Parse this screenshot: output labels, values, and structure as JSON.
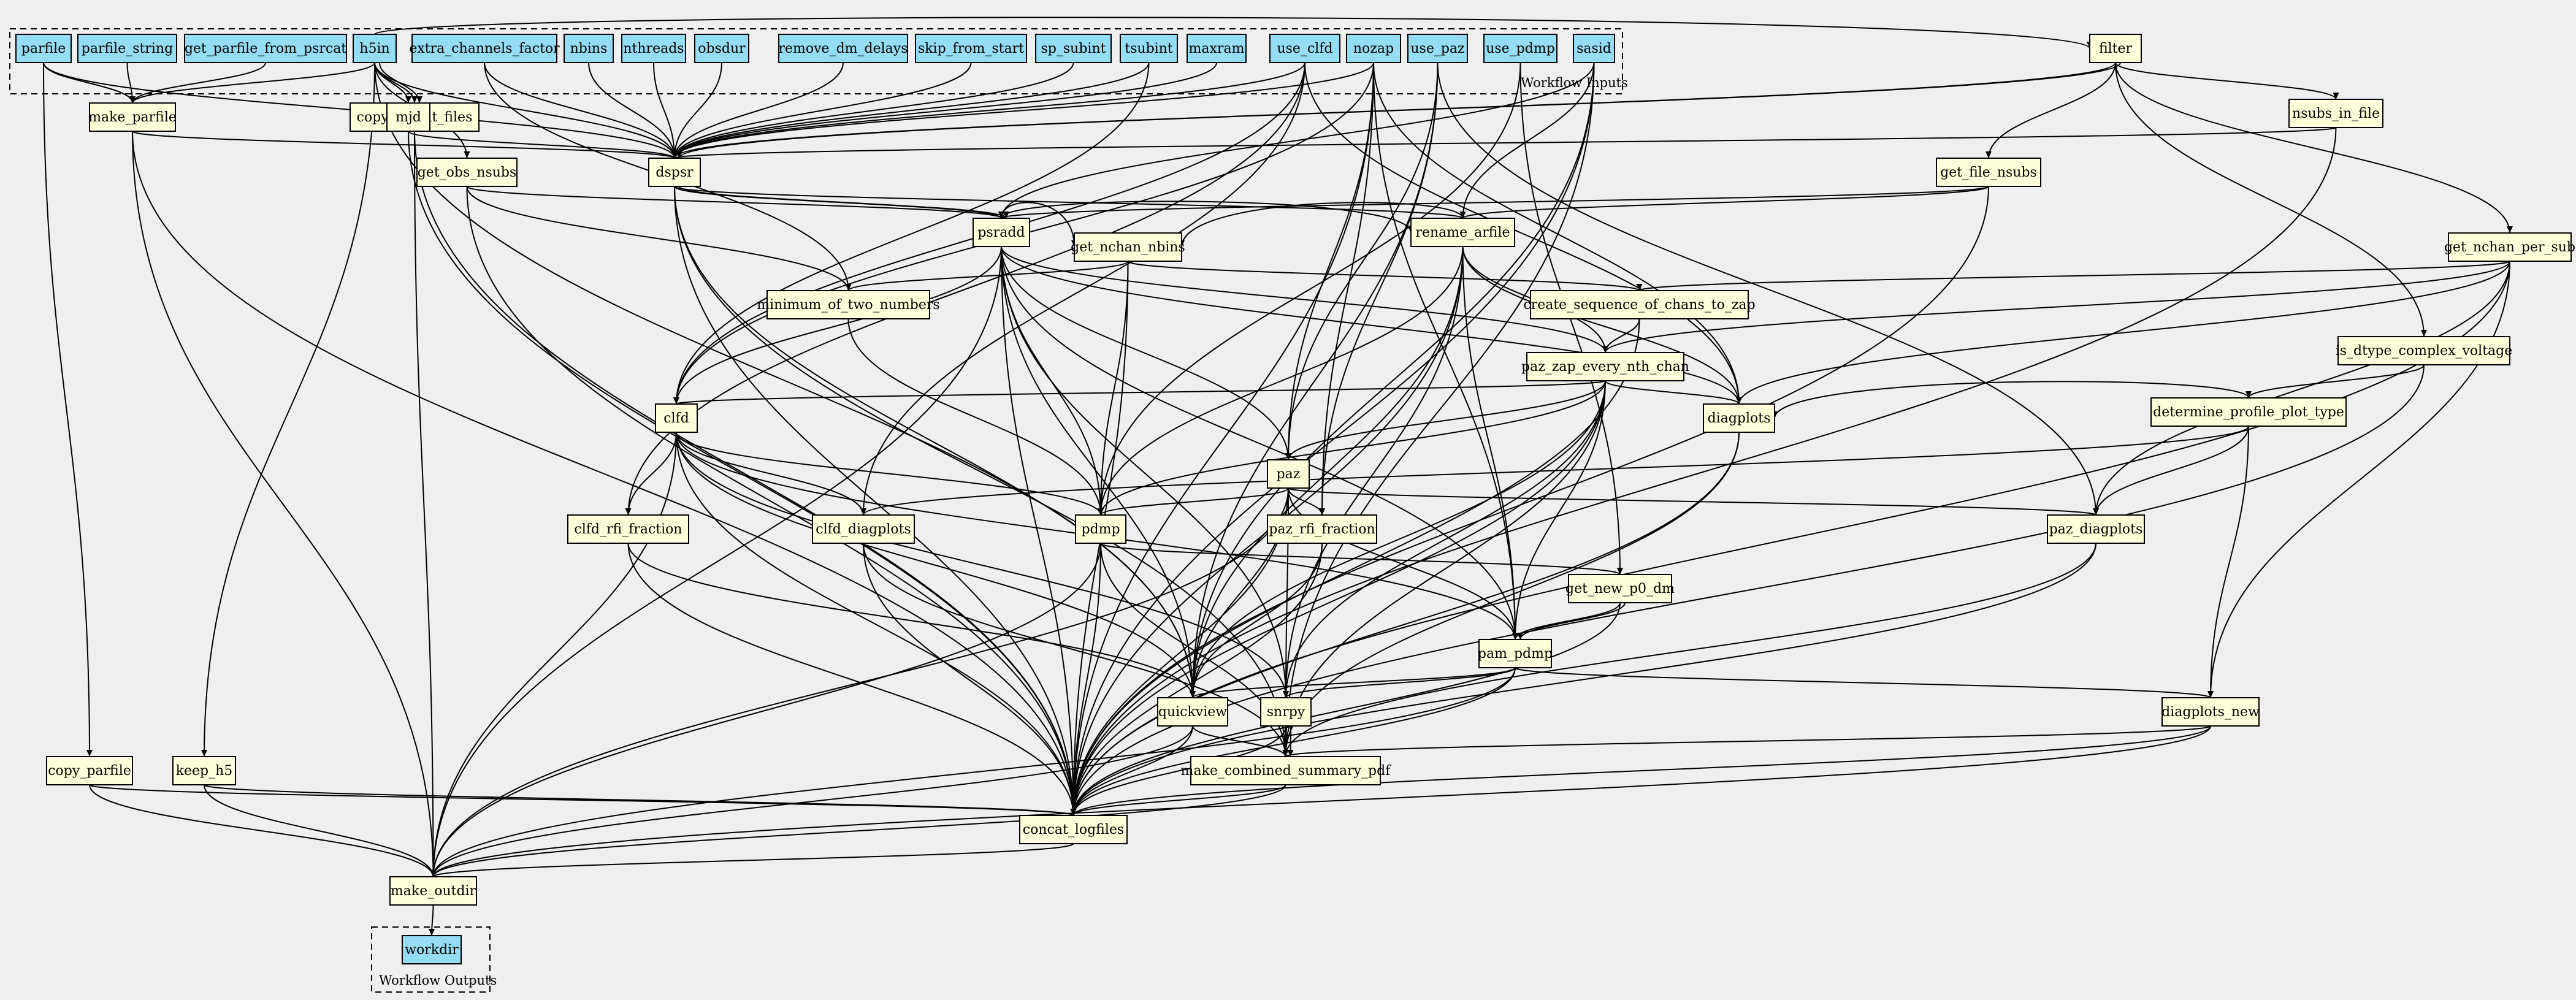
{
  "diagram": {
    "clusters": [
      {
        "id": "inputs",
        "label": "Workflow Inputs"
      },
      {
        "id": "outputs",
        "label": "Workflow Outputs"
      }
    ],
    "nodes": [
      {
        "id": "parfile",
        "label": "parfile",
        "kind": "input"
      },
      {
        "id": "parfile_string",
        "label": "parfile_string",
        "kind": "input"
      },
      {
        "id": "get_parfile_from_psrcat",
        "label": "get_parfile_from_psrcat",
        "kind": "input"
      },
      {
        "id": "h5in",
        "label": "h5in",
        "kind": "input"
      },
      {
        "id": "extra_channels_factor",
        "label": "extra_channels_factor",
        "kind": "input"
      },
      {
        "id": "nbins",
        "label": "nbins",
        "kind": "input"
      },
      {
        "id": "nthreads",
        "label": "nthreads",
        "kind": "input"
      },
      {
        "id": "obsdur",
        "label": "obsdur",
        "kind": "input"
      },
      {
        "id": "remove_dm_delays",
        "label": "remove_dm_delays",
        "kind": "input"
      },
      {
        "id": "skip_from_start",
        "label": "skip_from_start",
        "kind": "input"
      },
      {
        "id": "sp_subint",
        "label": "sp_subint",
        "kind": "input"
      },
      {
        "id": "tsubint",
        "label": "tsubint",
        "kind": "input"
      },
      {
        "id": "maxram",
        "label": "maxram",
        "kind": "input"
      },
      {
        "id": "use_clfd",
        "label": "use_clfd",
        "kind": "input"
      },
      {
        "id": "nozap",
        "label": "nozap",
        "kind": "input"
      },
      {
        "id": "use_paz",
        "label": "use_paz",
        "kind": "input"
      },
      {
        "id": "use_pdmp",
        "label": "use_pdmp",
        "kind": "input"
      },
      {
        "id": "sasid",
        "label": "sasid",
        "kind": "input"
      },
      {
        "id": "filter",
        "label": "filter",
        "kind": "step"
      },
      {
        "id": "make_parfile",
        "label": "make_parfile",
        "kind": "step"
      },
      {
        "id": "copy_cobalt_files",
        "label": "copy_cobalt_files",
        "kind": "step"
      },
      {
        "id": "mjd",
        "label": "mjd",
        "kind": "step"
      },
      {
        "id": "dspsr",
        "label": "dspsr",
        "kind": "step"
      },
      {
        "id": "nsubs_in_file",
        "label": "nsubs_in_file",
        "kind": "step"
      },
      {
        "id": "get_obs_nsubs",
        "label": "get_obs_nsubs",
        "kind": "step"
      },
      {
        "id": "get_file_nsubs",
        "label": "get_file_nsubs",
        "kind": "step"
      },
      {
        "id": "psradd",
        "label": "psradd",
        "kind": "step"
      },
      {
        "id": "rename_arfile",
        "label": "rename_arfile",
        "kind": "step"
      },
      {
        "id": "get_nchan_per_sub",
        "label": "get_nchan_per_sub",
        "kind": "step"
      },
      {
        "id": "get_nchan_nbins",
        "label": "get_nchan_nbins",
        "kind": "step"
      },
      {
        "id": "minimum_of_two_numbers",
        "label": "minimum_of_two_numbers",
        "kind": "step"
      },
      {
        "id": "create_sequence_of_chans_to_zap",
        "label": "create_sequence_of_chans_to_zap",
        "kind": "step"
      },
      {
        "id": "is_dtype_complex_voltage",
        "label": "is_dtype_complex_voltage",
        "kind": "step"
      },
      {
        "id": "paz_zap_every_nth_chan",
        "label": "paz_zap_every_nth_chan",
        "kind": "step"
      },
      {
        "id": "determine_profile_plot_type",
        "label": "determine_profile_plot_type",
        "kind": "step"
      },
      {
        "id": "clfd",
        "label": "clfd",
        "kind": "step"
      },
      {
        "id": "paz",
        "label": "paz",
        "kind": "step"
      },
      {
        "id": "diagplots",
        "label": "diagplots",
        "kind": "step"
      },
      {
        "id": "clfd_rfi_fraction",
        "label": "clfd_rfi_fraction",
        "kind": "step"
      },
      {
        "id": "clfd_diagplots",
        "label": "clfd_diagplots",
        "kind": "step"
      },
      {
        "id": "pdmp",
        "label": "pdmp",
        "kind": "step"
      },
      {
        "id": "paz_rfi_fraction",
        "label": "paz_rfi_fraction",
        "kind": "step"
      },
      {
        "id": "paz_diagplots",
        "label": "paz_diagplots",
        "kind": "step"
      },
      {
        "id": "get_new_p0_dm",
        "label": "get_new_p0_dm",
        "kind": "step"
      },
      {
        "id": "pam_pdmp",
        "label": "pam_pdmp",
        "kind": "step"
      },
      {
        "id": "quickview",
        "label": "quickview",
        "kind": "step"
      },
      {
        "id": "snrpy",
        "label": "snrpy",
        "kind": "step"
      },
      {
        "id": "diagplots_new",
        "label": "diagplots_new",
        "kind": "step"
      },
      {
        "id": "copy_parfile",
        "label": "copy_parfile",
        "kind": "step"
      },
      {
        "id": "keep_h5",
        "label": "keep_h5",
        "kind": "step"
      },
      {
        "id": "make_combined_summary_pdf",
        "label": "make_combined_summary_pdf",
        "kind": "step"
      },
      {
        "id": "concat_logfiles",
        "label": "concat_logfiles",
        "kind": "step"
      },
      {
        "id": "make_outdir",
        "label": "make_outdir",
        "kind": "step"
      },
      {
        "id": "workdir",
        "label": "workdir",
        "kind": "output"
      }
    ],
    "edges": [
      [
        "parfile",
        "make_parfile"
      ],
      [
        "parfile",
        "dspsr"
      ],
      [
        "parfile",
        "copy_parfile"
      ],
      [
        "parfile_string",
        "make_parfile"
      ],
      [
        "get_parfile_from_psrcat",
        "make_parfile"
      ],
      [
        "h5in",
        "make_parfile"
      ],
      [
        "h5in",
        "copy_cobalt_files"
      ],
      [
        "h5in",
        "copy_cobalt_files"
      ],
      [
        "h5in",
        "mjd"
      ],
      [
        "h5in",
        "dspsr"
      ],
      [
        "h5in",
        "get_obs_nsubs"
      ],
      [
        "h5in",
        "keep_h5"
      ],
      [
        "h5in",
        "quickview"
      ],
      [
        "h5in",
        "filter"
      ],
      [
        "extra_channels_factor",
        "dspsr"
      ],
      [
        "extra_channels_factor",
        "minimum_of_two_numbers"
      ],
      [
        "nbins",
        "dspsr"
      ],
      [
        "nthreads",
        "dspsr"
      ],
      [
        "obsdur",
        "dspsr"
      ],
      [
        "remove_dm_delays",
        "dspsr"
      ],
      [
        "skip_from_start",
        "dspsr"
      ],
      [
        "sp_subint",
        "dspsr"
      ],
      [
        "tsubint",
        "dspsr"
      ],
      [
        "tsubint",
        "clfd"
      ],
      [
        "maxram",
        "dspsr"
      ],
      [
        "use_clfd",
        "dspsr"
      ],
      [
        "use_clfd",
        "clfd"
      ],
      [
        "use_clfd",
        "clfd_rfi_fraction"
      ],
      [
        "use_clfd",
        "clfd_diagplots"
      ],
      [
        "use_clfd",
        "diagplots"
      ],
      [
        "nozap",
        "dspsr"
      ],
      [
        "nozap",
        "clfd"
      ],
      [
        "nozap",
        "paz"
      ],
      [
        "nozap",
        "paz_rfi_fraction"
      ],
      [
        "nozap",
        "concat_logfiles"
      ],
      [
        "nozap",
        "diagplots"
      ],
      [
        "nozap",
        "pam_pdmp"
      ],
      [
        "use_paz",
        "paz"
      ],
      [
        "use_paz",
        "paz_diagplots"
      ],
      [
        "use_paz",
        "paz_rfi_fraction"
      ],
      [
        "use_paz",
        "quickview"
      ],
      [
        "use_pdmp",
        "pdmp"
      ],
      [
        "use_pdmp",
        "get_new_p0_dm"
      ],
      [
        "sasid",
        "rename_arfile"
      ],
      [
        "sasid",
        "make_combined_summary_pdf"
      ],
      [
        "sasid",
        "concat_logfiles"
      ],
      [
        "sasid",
        "psradd"
      ],
      [
        "sasid",
        "quickview"
      ],
      [
        "filter",
        "dspsr"
      ],
      [
        "filter",
        "dspsr"
      ],
      [
        "filter",
        "nsubs_in_file"
      ],
      [
        "filter",
        "get_file_nsubs"
      ],
      [
        "filter",
        "get_nchan_per_sub"
      ],
      [
        "filter",
        "is_dtype_complex_voltage"
      ],
      [
        "make_parfile",
        "dspsr"
      ],
      [
        "make_parfile",
        "make_outdir"
      ],
      [
        "make_parfile",
        "concat_logfiles"
      ],
      [
        "copy_cobalt_files",
        "make_outdir"
      ],
      [
        "copy_cobalt_files",
        "concat_logfiles"
      ],
      [
        "mjd",
        "dspsr"
      ],
      [
        "mjd",
        "concat_logfiles"
      ],
      [
        "nsubs_in_file",
        "dspsr"
      ],
      [
        "nsubs_in_file",
        "concat_logfiles"
      ],
      [
        "get_obs_nsubs",
        "psradd"
      ],
      [
        "get_obs_nsubs",
        "minimum_of_two_numbers"
      ],
      [
        "get_obs_nsubs",
        "concat_logfiles"
      ],
      [
        "get_file_nsubs",
        "psradd"
      ],
      [
        "get_file_nsubs",
        "rename_arfile"
      ],
      [
        "get_file_nsubs",
        "concat_logfiles"
      ],
      [
        "dspsr",
        "psradd"
      ],
      [
        "dspsr",
        "psradd"
      ],
      [
        "dspsr",
        "rename_arfile"
      ],
      [
        "dspsr",
        "concat_logfiles"
      ],
      [
        "dspsr",
        "quickview"
      ],
      [
        "dspsr",
        "make_combined_summary_pdf"
      ],
      [
        "psradd",
        "rename_arfile"
      ],
      [
        "psradd",
        "get_nchan_nbins"
      ],
      [
        "psradd",
        "clfd"
      ],
      [
        "psradd",
        "paz_zap_every_nth_chan"
      ],
      [
        "psradd",
        "pdmp"
      ],
      [
        "psradd",
        "paz"
      ],
      [
        "psradd",
        "diagplots"
      ],
      [
        "psradd",
        "concat_logfiles"
      ],
      [
        "psradd",
        "make_outdir"
      ],
      [
        "psradd",
        "quickview"
      ],
      [
        "psradd",
        "snrpy"
      ],
      [
        "psradd",
        "pam_pdmp"
      ],
      [
        "rename_arfile",
        "get_nchan_nbins"
      ],
      [
        "rename_arfile",
        "pdmp"
      ],
      [
        "rename_arfile",
        "paz_zap_every_nth_chan"
      ],
      [
        "rename_arfile",
        "diagplots"
      ],
      [
        "rename_arfile",
        "concat_logfiles"
      ],
      [
        "rename_arfile",
        "pam_pdmp"
      ],
      [
        "rename_arfile",
        "quickview"
      ],
      [
        "rename_arfile",
        "snrpy"
      ],
      [
        "get_nchan_per_sub",
        "create_sequence_of_chans_to_zap"
      ],
      [
        "get_nchan_per_sub",
        "paz_zap_every_nth_chan"
      ],
      [
        "get_nchan_per_sub",
        "paz_diagplots"
      ],
      [
        "get_nchan_per_sub",
        "diagplots_new"
      ],
      [
        "get_nchan_per_sub",
        "concat_logfiles"
      ],
      [
        "get_nchan_per_sub",
        "diagplots"
      ],
      [
        "get_nchan_nbins",
        "minimum_of_two_numbers"
      ],
      [
        "get_nchan_nbins",
        "create_sequence_of_chans_to_zap"
      ],
      [
        "get_nchan_nbins",
        "pdmp"
      ],
      [
        "get_nchan_nbins",
        "concat_logfiles"
      ],
      [
        "minimum_of_two_numbers",
        "pdmp"
      ],
      [
        "create_sequence_of_chans_to_zap",
        "paz_zap_every_nth_chan"
      ],
      [
        "create_sequence_of_chans_to_zap",
        "concat_logfiles"
      ],
      [
        "is_dtype_complex_voltage",
        "determine_profile_plot_type"
      ],
      [
        "is_dtype_complex_voltage",
        "concat_logfiles"
      ],
      [
        "paz_zap_every_nth_chan",
        "clfd"
      ],
      [
        "paz_zap_every_nth_chan",
        "paz"
      ],
      [
        "paz_zap_every_nth_chan",
        "pdmp"
      ],
      [
        "paz_zap_every_nth_chan",
        "diagplots"
      ],
      [
        "paz_zap_every_nth_chan",
        "pam_pdmp"
      ],
      [
        "paz_zap_every_nth_chan",
        "quickview"
      ],
      [
        "paz_zap_every_nth_chan",
        "snrpy"
      ],
      [
        "paz_zap_every_nth_chan",
        "concat_logfiles"
      ],
      [
        "paz_zap_every_nth_chan",
        "make_combined_summary_pdf"
      ],
      [
        "determine_profile_plot_type",
        "diagplots"
      ],
      [
        "determine_profile_plot_type",
        "paz_diagplots"
      ],
      [
        "determine_profile_plot_type",
        "clfd_diagplots"
      ],
      [
        "determine_profile_plot_type",
        "diagplots_new"
      ],
      [
        "clfd",
        "clfd_rfi_fraction"
      ],
      [
        "clfd",
        "clfd_diagplots"
      ],
      [
        "clfd",
        "pdmp"
      ],
      [
        "clfd",
        "concat_logfiles"
      ],
      [
        "clfd",
        "make_outdir"
      ],
      [
        "clfd",
        "quickview"
      ],
      [
        "clfd",
        "snrpy"
      ],
      [
        "clfd",
        "pam_pdmp"
      ],
      [
        "paz",
        "paz_rfi_fraction"
      ],
      [
        "paz",
        "paz_diagplots"
      ],
      [
        "paz",
        "pdmp"
      ],
      [
        "paz",
        "concat_logfiles"
      ],
      [
        "paz",
        "make_outdir"
      ],
      [
        "paz",
        "quickview"
      ],
      [
        "paz",
        "snrpy"
      ],
      [
        "paz",
        "pam_pdmp"
      ],
      [
        "diagplots",
        "concat_logfiles"
      ],
      [
        "diagplots",
        "make_combined_summary_pdf"
      ],
      [
        "clfd_rfi_fraction",
        "concat_logfiles"
      ],
      [
        "clfd_rfi_fraction",
        "quickview"
      ],
      [
        "clfd_diagplots",
        "concat_logfiles"
      ],
      [
        "clfd_diagplots",
        "make_combined_summary_pdf"
      ],
      [
        "pdmp",
        "get_new_p0_dm"
      ],
      [
        "pdmp",
        "concat_logfiles"
      ],
      [
        "pdmp",
        "make_outdir"
      ],
      [
        "pdmp",
        "make_combined_summary_pdf"
      ],
      [
        "paz_rfi_fraction",
        "concat_logfiles"
      ],
      [
        "paz_rfi_fraction",
        "quickview"
      ],
      [
        "paz_diagplots",
        "concat_logfiles"
      ],
      [
        "paz_diagplots",
        "make_combined_summary_pdf"
      ],
      [
        "get_new_p0_dm",
        "pam_pdmp"
      ],
      [
        "get_new_p0_dm",
        "pam_pdmp"
      ],
      [
        "get_new_p0_dm",
        "concat_logfiles"
      ],
      [
        "pam_pdmp",
        "quickview"
      ],
      [
        "pam_pdmp",
        "snrpy"
      ],
      [
        "pam_pdmp",
        "diagplots_new"
      ],
      [
        "pam_pdmp",
        "concat_logfiles"
      ],
      [
        "pam_pdmp",
        "make_outdir"
      ],
      [
        "quickview",
        "make_combined_summary_pdf"
      ],
      [
        "quickview",
        "concat_logfiles"
      ],
      [
        "quickview",
        "make_outdir"
      ],
      [
        "snrpy",
        "make_combined_summary_pdf"
      ],
      [
        "snrpy",
        "make_combined_summary_pdf"
      ],
      [
        "snrpy",
        "concat_logfiles"
      ],
      [
        "diagplots_new",
        "make_combined_summary_pdf"
      ],
      [
        "diagplots_new",
        "concat_logfiles"
      ],
      [
        "diagplots_new",
        "make_outdir"
      ],
      [
        "copy_parfile",
        "concat_logfiles"
      ],
      [
        "copy_parfile",
        "make_outdir"
      ],
      [
        "keep_h5",
        "concat_logfiles"
      ],
      [
        "keep_h5",
        "make_outdir"
      ],
      [
        "make_combined_summary_pdf",
        "concat_logfiles"
      ],
      [
        "make_combined_summary_pdf",
        "make_outdir"
      ],
      [
        "concat_logfiles",
        "make_outdir"
      ],
      [
        "make_outdir",
        "workdir"
      ]
    ]
  }
}
